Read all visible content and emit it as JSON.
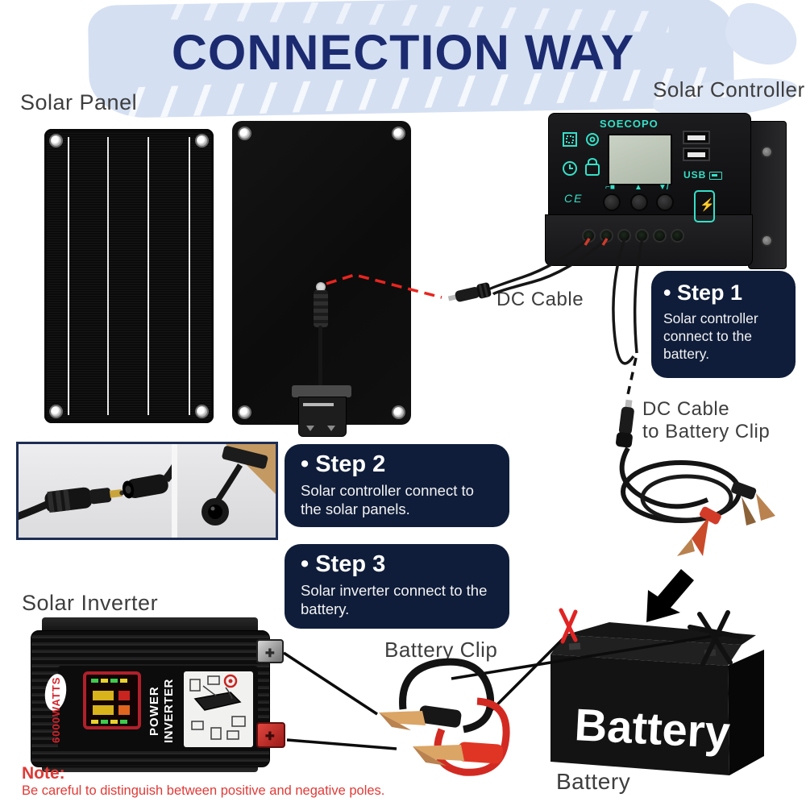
{
  "header": {
    "title": "CONNECTION WAY"
  },
  "labels": {
    "solar_panel": "Solar Panel",
    "solar_controller": "Solar Controller",
    "dc_cable": "DC Cable",
    "dc_cable_to_clip_line1": "DC Cable",
    "dc_cable_to_clip_line2": "to Battery Clip",
    "solar_inverter": "Solar Inverter",
    "battery_clip": "Battery Clip",
    "battery_caption": "Battery"
  },
  "steps": [
    {
      "title": "• Step 1",
      "text": "Solar controller connect to the battery."
    },
    {
      "title": "• Step 2",
      "text": "Solar controller connect to the solar panels."
    },
    {
      "title": "• Step 3",
      "text": "Solar inverter connect to the battery."
    }
  ],
  "controller": {
    "brand": "SOECOPO",
    "usb_label": "USB",
    "ce_mark": "CE",
    "bolt_glyph": "⚡"
  },
  "inverter": {
    "watts_text": "6000WATTS",
    "side_text_word1": "POWER",
    "side_text_word2": "INVERTER"
  },
  "battery": {
    "front_text": "Battery"
  },
  "note": {
    "title": "Note:",
    "text": "Be careful to distinguish between positive and negative poles."
  },
  "colors": {
    "title_navy": "#1c2b70",
    "step_box_navy": "#0f1d3a",
    "note_red": "#e03a36",
    "accent_teal": "#35e0c8",
    "header_blue": "#d4dff2",
    "inverter_red": "#b1202a"
  }
}
